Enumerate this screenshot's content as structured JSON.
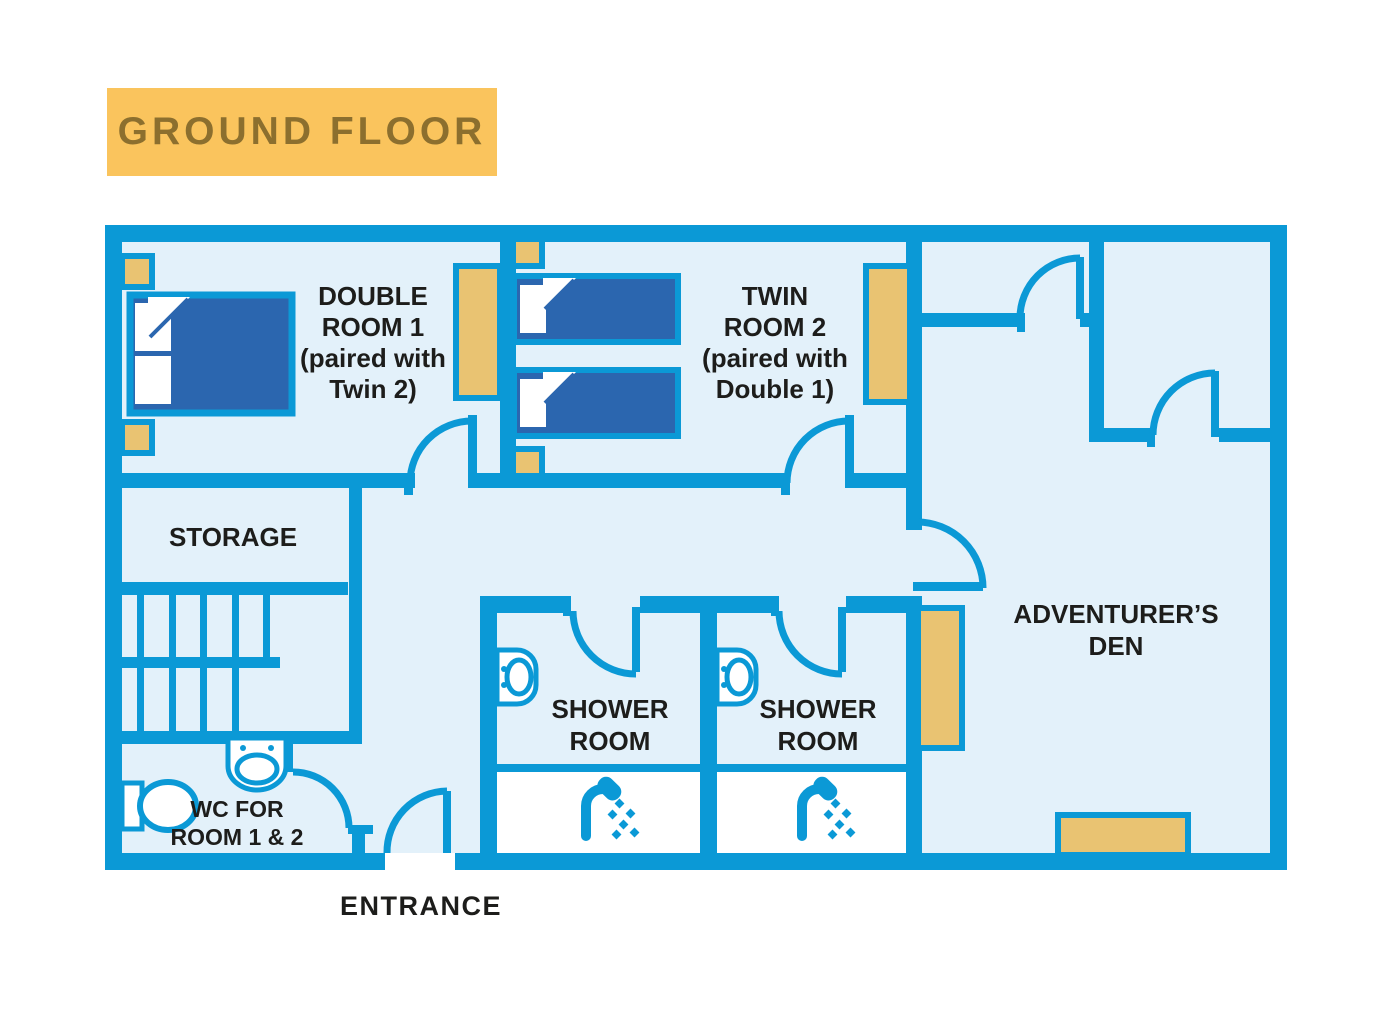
{
  "title": "GROUND FLOOR",
  "palette": {
    "wall": "#0b99d6",
    "floor": "#e3f1fa",
    "bed": "#2b66af",
    "wood": "#e9c372",
    "paper": "#ffffff",
    "ink": "#1d1d1b",
    "title_bg": "#fac45d",
    "title_ink": "#8c6f2e"
  },
  "rooms": {
    "double1": {
      "lines": [
        "DOUBLE",
        "ROOM 1",
        "(paired with",
        "Twin 2)"
      ]
    },
    "twin2": {
      "lines": [
        "TWIN",
        "ROOM 2",
        "(paired with",
        "Double 1)"
      ]
    },
    "storage": {
      "label": "STORAGE"
    },
    "den": {
      "lines": [
        "ADVENTURER’S",
        "DEN"
      ]
    },
    "shower1": {
      "lines": [
        "SHOWER",
        "ROOM"
      ]
    },
    "shower2": {
      "lines": [
        "SHOWER",
        "ROOM"
      ]
    },
    "wc": {
      "lines": [
        "WC FOR",
        "ROOM 1 & 2"
      ]
    },
    "entrance": {
      "label": "ENTRANCE"
    }
  },
  "fixtures": {
    "wc": [
      "toilet-icon",
      "sink-icon"
    ],
    "shower_rooms": [
      "toilet-icon",
      "shower-head-icon"
    ],
    "bedrooms": [
      "double-bed",
      "twin-bed",
      "wardrobe",
      "nightstand"
    ],
    "circulation": [
      "staircase",
      "door-swing-arcs"
    ]
  }
}
